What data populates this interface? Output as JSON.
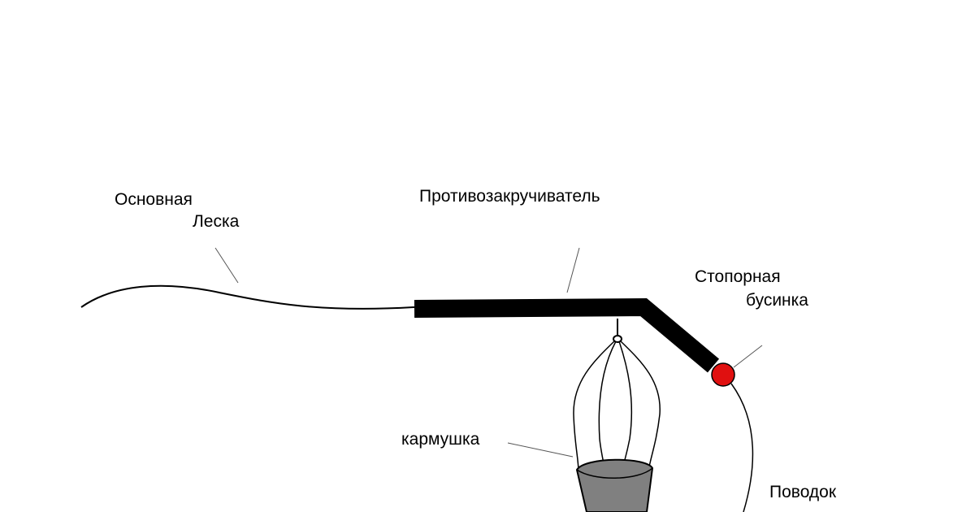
{
  "labels": {
    "main_line_1": "Основная",
    "main_line_2": "Леска",
    "swivel": "Противозакручиватель",
    "stop_bead_1": "Стопорная",
    "stop_bead_2": "бусинка",
    "feeder": "кармушка",
    "leader": "Поводок"
  },
  "colors": {
    "line": "#000000",
    "bead": "#e01010",
    "feeder_fill": "#808080",
    "background": "#ffffff"
  }
}
